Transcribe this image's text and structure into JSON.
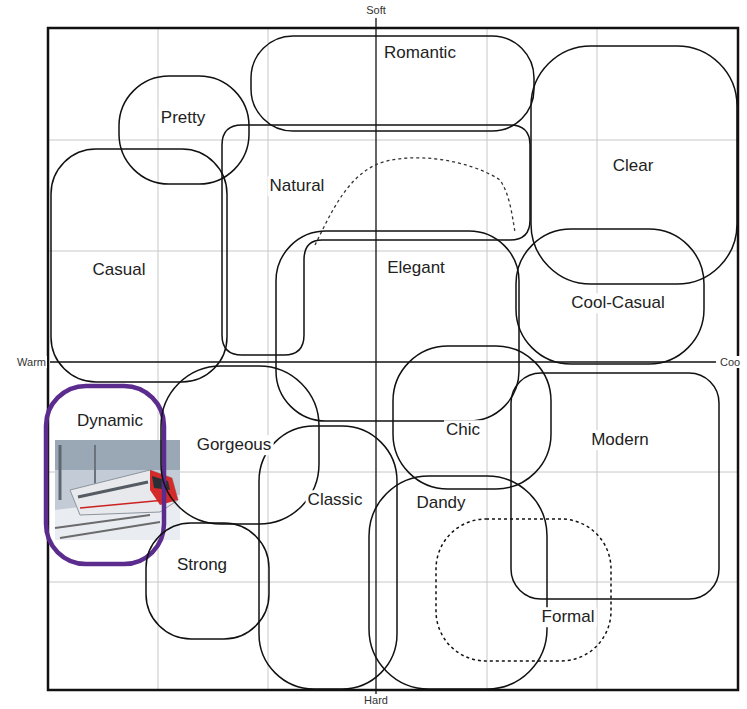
{
  "diagram": {
    "nodes": [
      {
        "text": [
          "Romantic"
        ]
      },
      {
        "text": [
          "Pretty"
        ]
      },
      {
        "text": [
          "Clear"
        ]
      },
      {
        "text": [
          "Natural"
        ]
      },
      {
        "text": [
          "Casual"
        ]
      },
      {
        "text": [
          "Elegant"
        ]
      },
      {
        "text": [
          "Cool-Casual"
        ]
      },
      {
        "text": [
          "Dynamic"
        ]
      },
      {
        "text": [
          "Gorgeous"
        ]
      },
      {
        "text": [
          "Chic"
        ]
      },
      {
        "text": [
          "Modern"
        ]
      },
      {
        "text": [
          "Classic"
        ]
      },
      {
        "text": [
          "Dandy"
        ]
      },
      {
        "text": [
          "Strong"
        ]
      },
      {
        "text": [
          "Formal"
        ]
      }
    ],
    "labels": [
      "Soft",
      "Warm",
      "Coo",
      "Hard"
    ]
  }
}
